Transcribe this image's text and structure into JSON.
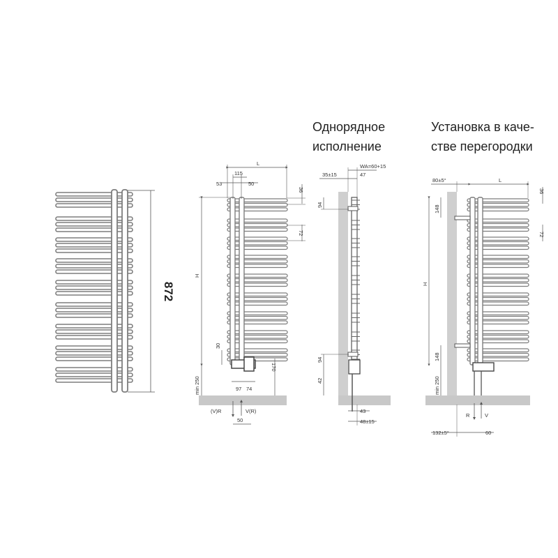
{
  "headings": {
    "single_row": [
      "Однорядное",
      "исполнение"
    ],
    "partition": [
      "Установка в каче-",
      "стве перегородки"
    ]
  },
  "view1": {
    "height_label": "872"
  },
  "view2": {
    "L": "L",
    "d115": "115",
    "d53": "53",
    "d50": "50",
    "d36": "36",
    "d72": "72",
    "H": "H",
    "d30": "30",
    "min250": "min 250",
    "d170": "170",
    "d97": "97",
    "d74": "74",
    "VR_left": "(V)R",
    "VR_right": "V(R)",
    "d50b": "50"
  },
  "view3": {
    "d35": "35±15",
    "WA": "WA=60+15",
    "d47": "47",
    "d94a": "94",
    "d94b": "94",
    "d42": "42",
    "d43": "43",
    "d48": "48±15"
  },
  "view4": {
    "d80": "80±5°",
    "L": "L",
    "d36": "36",
    "d148a": "148",
    "d72": "72",
    "H": "H",
    "d148b": "148",
    "min250": "min 250",
    "R": "R",
    "V": "V",
    "d132": "132±5°",
    "d60": "60"
  },
  "colors": {
    "line": "#555555",
    "rail": "#7d7d7d",
    "wall": "#cfcfcf",
    "floor": "#c8c8c8",
    "text": "#333333"
  }
}
